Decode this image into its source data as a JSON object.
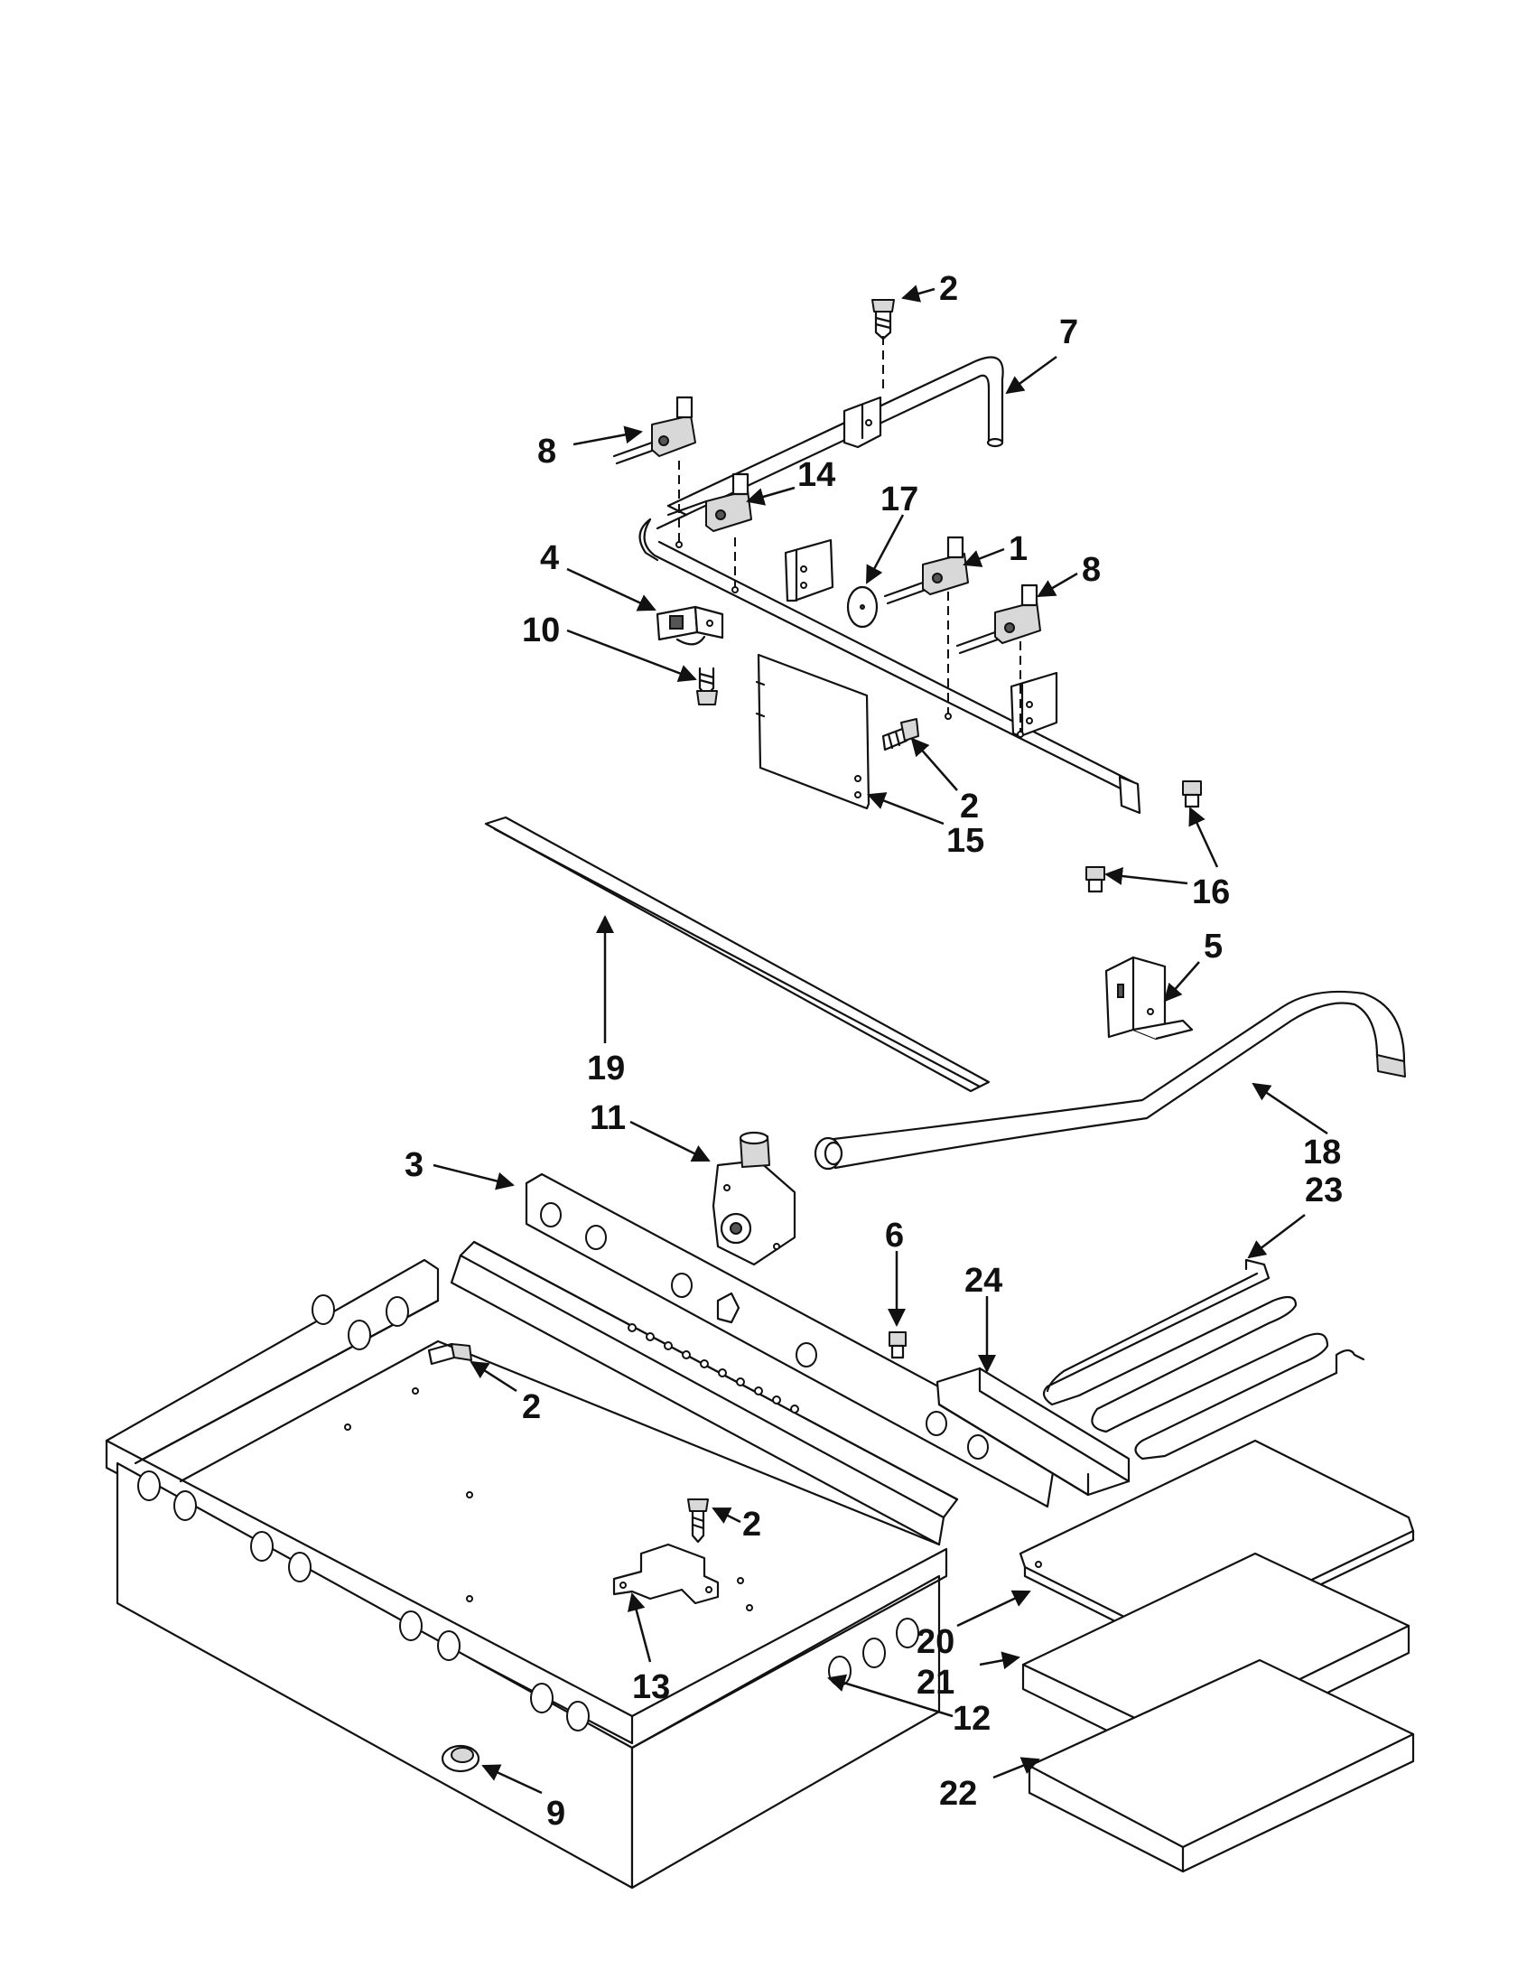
{
  "callouts": [
    {
      "id": "c2a",
      "text": "2"
    },
    {
      "id": "c7",
      "text": "7"
    },
    {
      "id": "c8a",
      "text": "8"
    },
    {
      "id": "c14",
      "text": "14"
    },
    {
      "id": "c17",
      "text": "17"
    },
    {
      "id": "c1",
      "text": "1"
    },
    {
      "id": "c8b",
      "text": "8"
    },
    {
      "id": "c4",
      "text": "4"
    },
    {
      "id": "c10",
      "text": "10"
    },
    {
      "id": "c2b",
      "text": "2"
    },
    {
      "id": "c15",
      "text": "15"
    },
    {
      "id": "c16",
      "text": "16"
    },
    {
      "id": "c5",
      "text": "5"
    },
    {
      "id": "c19",
      "text": "19"
    },
    {
      "id": "c11",
      "text": "11"
    },
    {
      "id": "c18",
      "text": "18"
    },
    {
      "id": "c23",
      "text": "23"
    },
    {
      "id": "c3",
      "text": "3"
    },
    {
      "id": "c6",
      "text": "6"
    },
    {
      "id": "c24",
      "text": "24"
    },
    {
      "id": "c2c",
      "text": "2"
    },
    {
      "id": "c2d",
      "text": "2"
    },
    {
      "id": "c13",
      "text": "13"
    },
    {
      "id": "c20",
      "text": "20"
    },
    {
      "id": "c21",
      "text": "21"
    },
    {
      "id": "c12",
      "text": "12"
    },
    {
      "id": "c22",
      "text": "22"
    },
    {
      "id": "c9",
      "text": "9"
    }
  ]
}
